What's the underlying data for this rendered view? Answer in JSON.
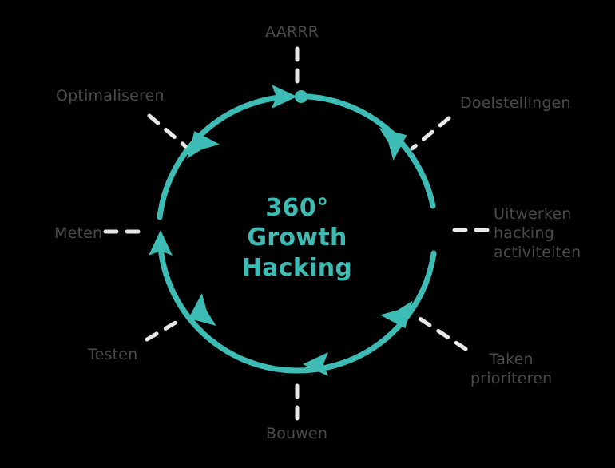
{
  "diagram": {
    "title_center_line1": "360°",
    "title_center_line2": "Growth Hacking",
    "accent_color": "#3CBCB4",
    "label_color": "#4a4a4a",
    "connector_color": "#e8e8e8",
    "background_color": "#000000",
    "flow_direction": "clockwise",
    "steps": [
      {
        "id": "aarrr",
        "label": "AARRR",
        "angle_deg": 0,
        "position": "top"
      },
      {
        "id": "doelstellingen",
        "label": "Doelstellingen",
        "angle_deg": 45,
        "position": "top-right"
      },
      {
        "id": "uitwerken",
        "label": "Uitwerken\nhacking\nactiviteiten",
        "angle_deg": 90,
        "position": "right"
      },
      {
        "id": "taken",
        "label": "Taken\nprioriteren",
        "angle_deg": 135,
        "position": "bottom-right"
      },
      {
        "id": "bouwen",
        "label": "Bouwen",
        "angle_deg": 180,
        "position": "bottom"
      },
      {
        "id": "testen",
        "label": "Testen",
        "angle_deg": 225,
        "position": "bottom-left"
      },
      {
        "id": "meten",
        "label": "Meten",
        "angle_deg": 270,
        "position": "left"
      },
      {
        "id": "optimaliseren",
        "label": "Optimaliseren",
        "angle_deg": 315,
        "position": "top-left"
      }
    ]
  }
}
